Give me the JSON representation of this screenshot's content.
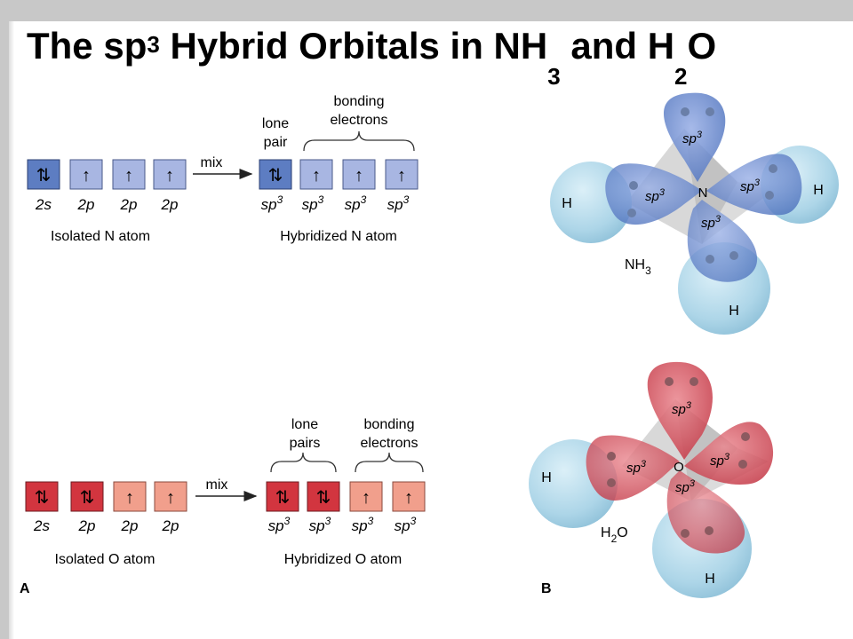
{
  "title": {
    "prefix": "The sp",
    "sup": "3",
    "middle": " Hybrid Orbitals in NH",
    "sub1": "3",
    "and": " and H",
    "sub2": "2",
    "suffix": "O"
  },
  "panel_a": {
    "label": "A",
    "nitrogen": {
      "isolated_caption": "Isolated N atom",
      "hybrid_caption": "Hybridized N atom",
      "isolated_boxes": [
        {
          "spin": "⇅",
          "orb": "2s"
        },
        {
          "spin": "↑",
          "orb": "2p"
        },
        {
          "spin": "↑",
          "orb": "2p"
        },
        {
          "spin": "↑",
          "orb": "2p"
        }
      ],
      "hybrid_boxes": [
        {
          "spin": "⇅",
          "orb": "sp",
          "sup": "3"
        },
        {
          "spin": "↑",
          "orb": "sp",
          "sup": "3"
        },
        {
          "spin": "↑",
          "orb": "sp",
          "sup": "3"
        },
        {
          "spin": "↑",
          "orb": "sp",
          "sup": "3"
        }
      ],
      "mix": "mix",
      "lone_pair_line1": "lone",
      "lone_pair_line2": "pair",
      "bonding_line1": "bonding",
      "bonding_line2": "electrons"
    },
    "oxygen": {
      "isolated_caption": "Isolated O atom",
      "hybrid_caption": "Hybridized O atom",
      "isolated_boxes": [
        {
          "spin": "⇅",
          "orb": "2s"
        },
        {
          "spin": "⇅",
          "orb": "2p"
        },
        {
          "spin": "↑",
          "orb": "2p"
        },
        {
          "spin": "↑",
          "orb": "2p"
        }
      ],
      "hybrid_boxes": [
        {
          "spin": "⇅",
          "orb": "sp",
          "sup": "3"
        },
        {
          "spin": "⇅",
          "orb": "sp",
          "sup": "3"
        },
        {
          "spin": "↑",
          "orb": "sp",
          "sup": "3"
        },
        {
          "spin": "↑",
          "orb": "sp",
          "sup": "3"
        }
      ],
      "mix": "mix",
      "lone_pairs_line1": "lone",
      "lone_pairs_line2": "pairs",
      "bonding_line1": "bonding",
      "bonding_line2": "electrons"
    }
  },
  "panel_b": {
    "label": "B",
    "nh3": {
      "formula": "NH",
      "sub": "3",
      "center": "N",
      "lobe_label": "sp",
      "lobe_sup": "3",
      "h": "H"
    },
    "h2o": {
      "formula_h": "H",
      "sub": "2",
      "formula_o": "O",
      "center": "O",
      "lobe_label": "sp",
      "lobe_sup": "3",
      "h": "H"
    }
  },
  "colors": {
    "n_dark": "#5b7fc4",
    "n_light": "#aab8e4",
    "o_dark": "#d63a48",
    "o_light": "#f2a08e",
    "h_sphere": "#a8d4e8",
    "n_lobe": "#5e82cc",
    "o_lobe": "#cc4452"
  }
}
